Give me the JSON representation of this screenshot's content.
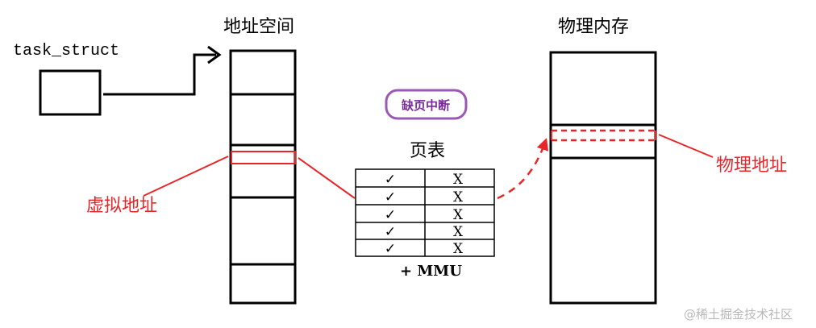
{
  "task_struct_label": "task_struct",
  "address_space": {
    "title": "地址空间",
    "virtual_address_label": "虚拟地址"
  },
  "page_fault": {
    "label": "缺页中断",
    "border_color": "#9b59b6",
    "text_color": "#7a2a9c"
  },
  "page_table": {
    "title": "页表",
    "rows": [
      {
        "valid": "✓",
        "invalid": "X"
      },
      {
        "valid": "✓",
        "invalid": "X"
      },
      {
        "valid": "✓",
        "invalid": "X"
      },
      {
        "valid": "✓",
        "invalid": "X"
      },
      {
        "valid": "✓",
        "invalid": "X"
      }
    ],
    "footer": "+ MMU"
  },
  "physical_memory": {
    "title": "物理内存",
    "physical_address_label": "物理地址"
  },
  "highlight_color": "#e8262a",
  "watermark": "@稀土掘金技术社区"
}
